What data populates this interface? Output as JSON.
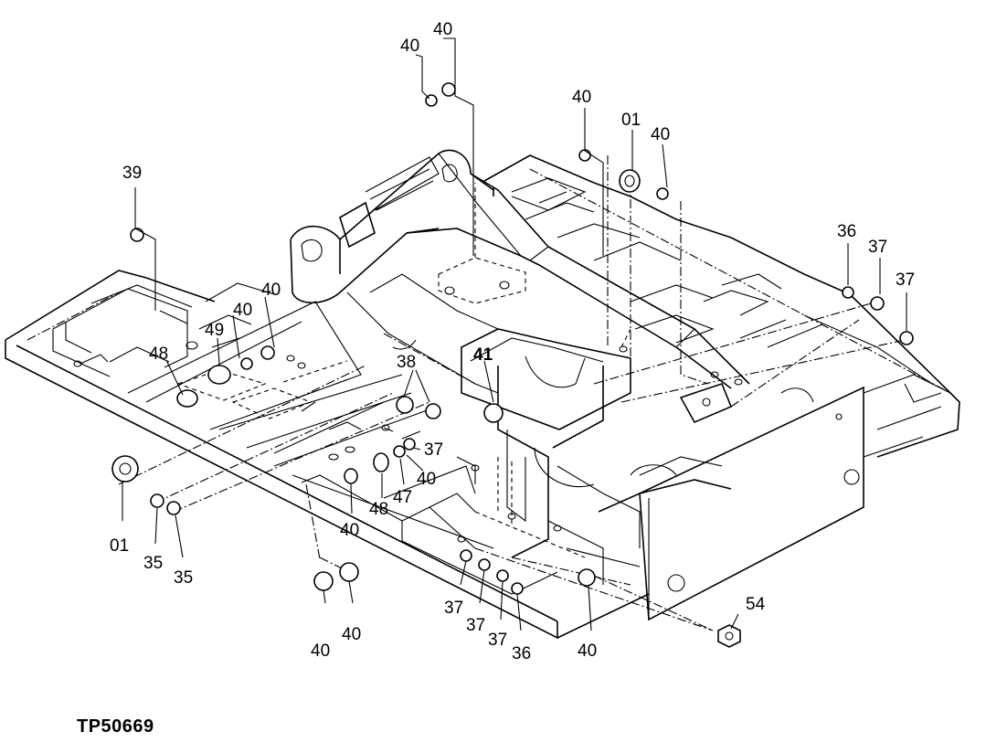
{
  "figure_id": "TP50669",
  "callouts": [
    {
      "id": "c1",
      "label": "40"
    },
    {
      "id": "c2",
      "label": "40"
    },
    {
      "id": "c3",
      "label": "40"
    },
    {
      "id": "c4",
      "label": "01"
    },
    {
      "id": "c5",
      "label": "40"
    },
    {
      "id": "c6",
      "label": "39"
    },
    {
      "id": "c7",
      "label": "36"
    },
    {
      "id": "c8",
      "label": "37"
    },
    {
      "id": "c9",
      "label": "37"
    },
    {
      "id": "c10",
      "label": "40"
    },
    {
      "id": "c11",
      "label": "40"
    },
    {
      "id": "c12",
      "label": "49"
    },
    {
      "id": "c13",
      "label": "48"
    },
    {
      "id": "c14",
      "label": "38"
    },
    {
      "id": "c15",
      "label": "41"
    },
    {
      "id": "c16",
      "label": "37"
    },
    {
      "id": "c17",
      "label": "40"
    },
    {
      "id": "c18",
      "label": "48"
    },
    {
      "id": "c19",
      "label": "47"
    },
    {
      "id": "c20",
      "label": "40"
    },
    {
      "id": "c21",
      "label": "01"
    },
    {
      "id": "c22",
      "label": "35"
    },
    {
      "id": "c23",
      "label": "35"
    },
    {
      "id": "c24",
      "label": "37"
    },
    {
      "id": "c25",
      "label": "37"
    },
    {
      "id": "c26",
      "label": "37"
    },
    {
      "id": "c27",
      "label": "36"
    },
    {
      "id": "c28",
      "label": "40"
    },
    {
      "id": "c29",
      "label": "40"
    },
    {
      "id": "c30",
      "label": "40"
    },
    {
      "id": "c31",
      "label": "54"
    }
  ]
}
